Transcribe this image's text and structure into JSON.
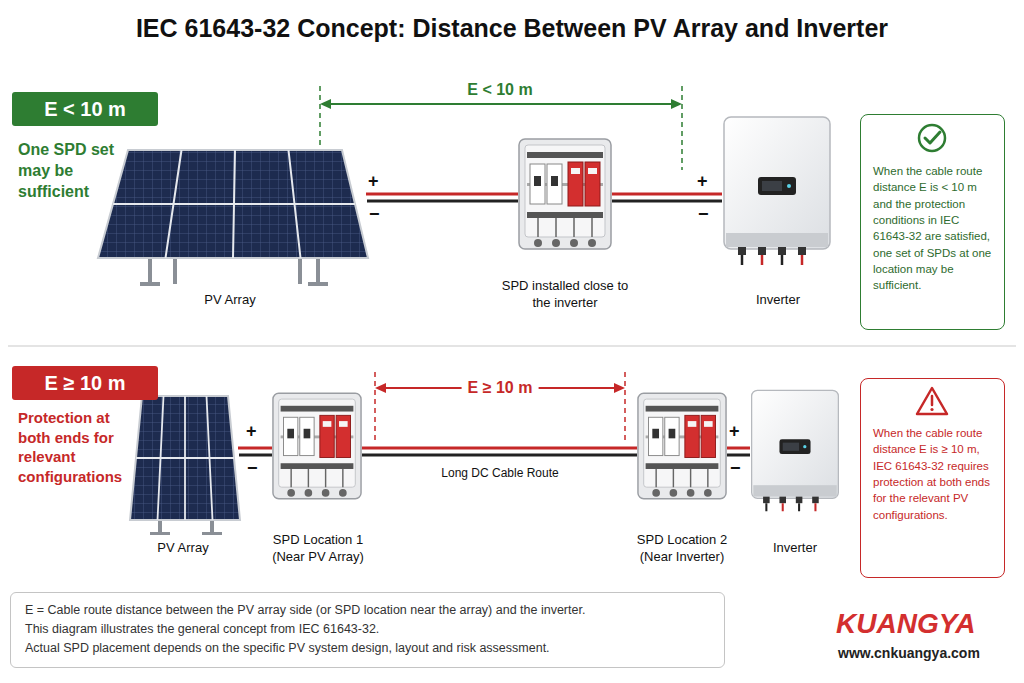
{
  "diagram": {
    "title": "IEC 61643-32 Concept: Distance Between PV Array and Inverter",
    "nodes": [
      {
        "text": [
          "E < 10 m"
        ]
      },
      {
        "text": [
          "When the cable route distance E is < 10 m and the protection conditions in IEC 61643-32 are satisfied, one set of SPDs at one location may be sufficient."
        ]
      },
      {
        "text": [
          "E ≥ 10 m"
        ]
      },
      {
        "text": [
          "When the cable route distance E is ≥ 10 m, IEC 61643-32 requires protection at both ends for the relevant PV configurations."
        ]
      },
      {
        "text": [
          "E = Cable route distance between the PV array side (or SPD location near the array) and the inverter.",
          "This diagram illustrates the general concept from IEC 61643-32.",
          "Actual SPD placement depends on the specific PV system design, layout and risk assessment."
        ]
      }
    ],
    "labels": [
      "One SPD set may be sufficient",
      "E < 10 m",
      "+",
      "−",
      "PV Array",
      "SPD installed close to the inverter",
      "+",
      "−",
      "Inverter",
      "Protection at both ends for relevant configurations",
      "E ≥ 10 m",
      "PV Array",
      "+",
      "−",
      "SPD Location 1 (Near PV Array)",
      "Long DC Cable Route",
      "SPD Location 2 (Near Inverter)",
      "+",
      "−",
      "Inverter",
      "KUANGYA",
      "www.cnkuangya.com"
    ]
  }
}
